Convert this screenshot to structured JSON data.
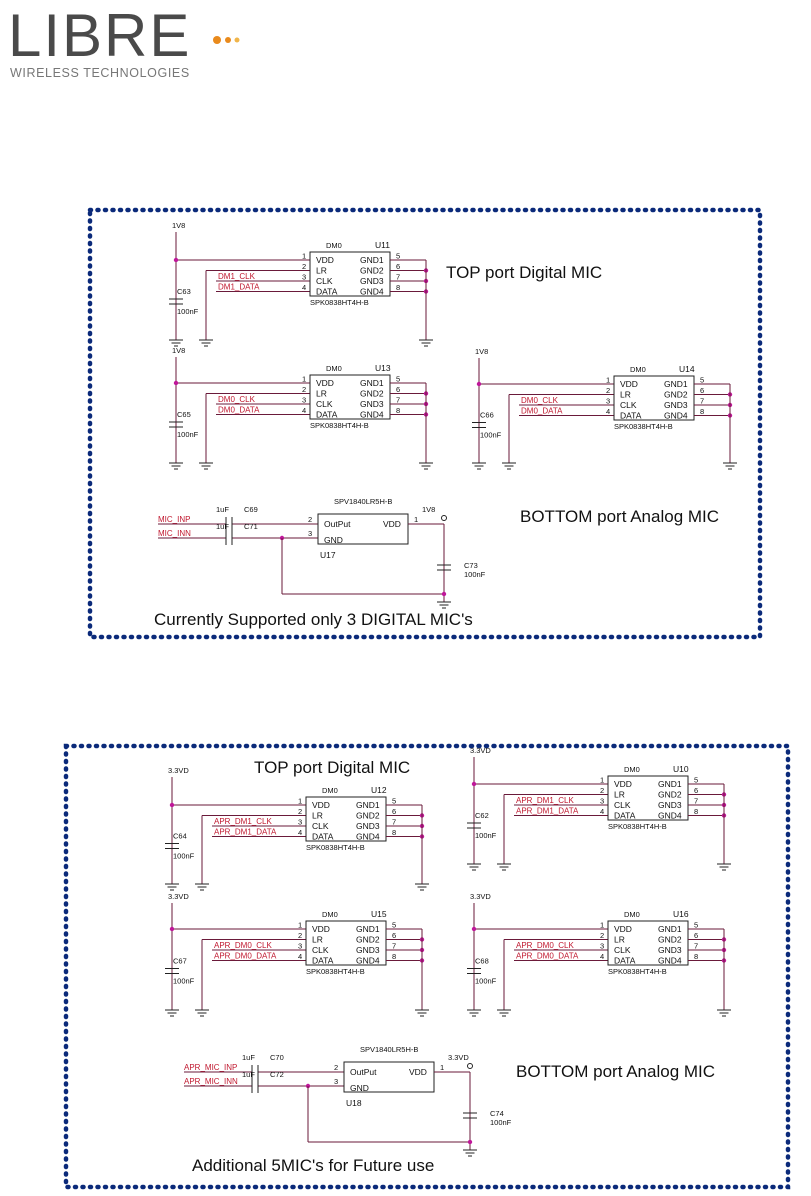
{
  "logo": {
    "word": "LIBRE",
    "subtitle": "WIRELESS TECHNOLOGIES",
    "dot_colors": [
      "#e98a1c",
      "#e98a1c",
      "#f0b54a"
    ]
  },
  "top_block": {
    "title_top": "TOP port Digital MIC",
    "title_bottom": "BOTTOM port Analog MIC",
    "footer": "Currently Supported only 3 DIGITAL MIC's",
    "digital_mics": [
      {
        "ref": "U11",
        "part": "SPK0838HT4H-B",
        "dmo": "DM0",
        "supply": "1V8",
        "cap": "C63",
        "cap_val": "100nF",
        "clk": "DM1_CLK",
        "data": "DM1_DATA"
      },
      {
        "ref": "U13",
        "part": "SPK0838HT4H-B",
        "dmo": "DM0",
        "supply": "1V8",
        "cap": "C65",
        "cap_val": "100nF",
        "clk": "DM0_CLK",
        "data": "DM0_DATA"
      },
      {
        "ref": "U14",
        "part": "SPK0838HT4H-B",
        "dmo": "DM0",
        "supply": "1V8",
        "cap": "C66",
        "cap_val": "100nF",
        "clk": "DM0_CLK",
        "data": "DM0_DATA"
      }
    ],
    "analog_mic": {
      "ref": "U17",
      "part": "SPV1840LR5H-B",
      "supply": "1V8",
      "inp": "MIC_INP",
      "inn": "MIC_INN",
      "c1": "C69",
      "c2": "C71",
      "c_val": "1uF",
      "cap": "C73",
      "cap_val": "100nF"
    }
  },
  "bottom_block": {
    "title_top": "TOP port Digital MIC",
    "title_bottom": "BOTTOM port Analog MIC",
    "footer": "Additional 5MIC's for Future use",
    "digital_mics": [
      {
        "ref": "U12",
        "part": "SPK0838HT4H-B",
        "dmo": "DM0",
        "supply": "3.3VD",
        "cap": "C64",
        "cap_val": "100nF",
        "clk": "APR_DM1_CLK",
        "data": "APR_DM1_DATA"
      },
      {
        "ref": "U10",
        "part": "SPK0838HT4H-B",
        "dmo": "DM0",
        "supply": "3.3VD",
        "cap": "C62",
        "cap_val": "100nF",
        "clk": "APR_DM1_CLK",
        "data": "APR_DM1_DATA"
      },
      {
        "ref": "U15",
        "part": "SPK0838HT4H-B",
        "dmo": "DM0",
        "supply": "3.3VD",
        "cap": "C67",
        "cap_val": "100nF",
        "clk": "APR_DM0_CLK",
        "data": "APR_DM0_DATA"
      },
      {
        "ref": "U16",
        "part": "SPK0838HT4H-B",
        "dmo": "DM0",
        "supply": "3.3VD",
        "cap": "C68",
        "cap_val": "100nF",
        "clk": "APR_DM0_CLK",
        "data": "APR_DM0_DATA"
      }
    ],
    "analog_mic": {
      "ref": "U18",
      "part": "SPV1840LR5H-B",
      "supply": "3.3VD",
      "inp": "APR_MIC_INP",
      "inn": "APR_MIC_INN",
      "c1": "C70",
      "c2": "C72",
      "c_val": "1uF",
      "cap": "C74",
      "cap_val": "100nF"
    }
  },
  "pins": {
    "left": [
      "VDD",
      "LR",
      "CLK",
      "DATA"
    ],
    "right": [
      "GND1",
      "GND2",
      "GND3",
      "GND4"
    ],
    "left_nums": [
      "1",
      "2",
      "3",
      "4"
    ],
    "right_nums": [
      "5",
      "6",
      "7",
      "8"
    ],
    "analog_left": [
      "OutPut",
      "GND"
    ],
    "analog_right": [
      "VDD"
    ],
    "analog_nums": [
      "2",
      "3",
      "1"
    ]
  },
  "colors": {
    "frame": "#0b2a7a",
    "net_label": "#c0182f",
    "wire": "#6a1a3a",
    "junction": "#c0189a"
  }
}
